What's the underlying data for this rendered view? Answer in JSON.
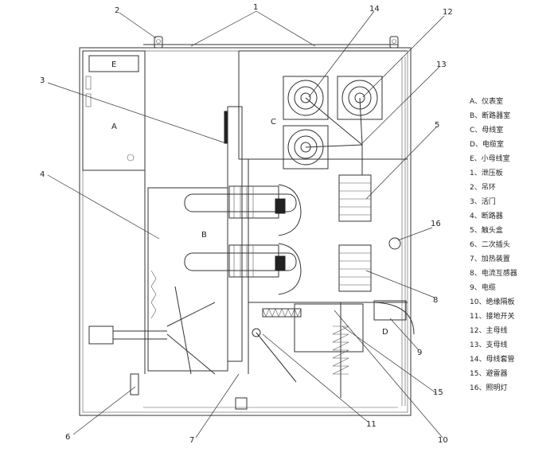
{
  "room_labels": {
    "A": "A",
    "B": "B",
    "C": "C",
    "D": "D",
    "E": "E"
  },
  "callouts": [
    "1",
    "2",
    "3",
    "4",
    "5",
    "6",
    "7",
    "8",
    "9",
    "10",
    "11",
    "12",
    "13",
    "14",
    "15",
    "16"
  ],
  "legend": [
    "A、仪表室",
    "B、断路器室",
    "C、母线室",
    "D、电缆室",
    "E、小母线室",
    "1、泄压板",
    "2、吊环",
    "3、活门",
    "4、断路器",
    "5、触头盒",
    "6、二次插头",
    "7、加热装置",
    "8、电流互感器",
    "9、电缆",
    "10、绝缘隔板",
    "11、接地开关",
    "12、主母线",
    "13、支母线",
    "14、母线套管",
    "15、避雷器",
    "16、照明灯"
  ],
  "colors": {
    "line": "#333333",
    "background": "#ffffff"
  }
}
